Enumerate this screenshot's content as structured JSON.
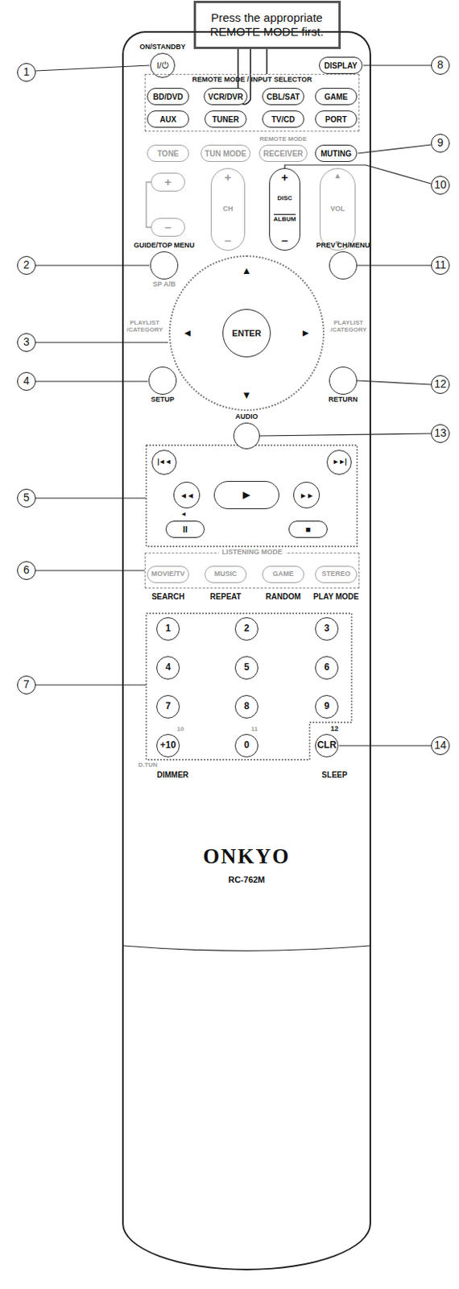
{
  "diagram": {
    "nodes": [
      {
        "text": [
          "Press the appropriate REMOTE MODE first."
        ]
      },
      {
        "text": [
          "ONKYO",
          "RC-762M"
        ]
      },
      {
        "text": [
          "ON/STANDBY",
          "I/⏻"
        ],
        "in": 1
      },
      {
        "text": [
          "DISPLAY"
        ],
        "in": 1
      },
      {
        "text": [
          "REMOTE MODE / INPUT SELECTOR"
        ],
        "in": 1
      },
      {
        "text": [
          "BD/DVD"
        ],
        "in": 4
      },
      {
        "text": [
          "VCR/DVR"
        ],
        "in": 4
      },
      {
        "text": [
          "CBL/SAT"
        ],
        "in": 4
      },
      {
        "text": [
          "GAME"
        ],
        "in": 4
      },
      {
        "text": [
          "AUX"
        ],
        "in": 4
      },
      {
        "text": [
          "TUNER"
        ],
        "in": 4
      },
      {
        "text": [
          "TV/CD"
        ],
        "in": 4
      },
      {
        "text": [
          "PORT"
        ],
        "in": 4
      },
      {
        "text": [
          "TONE"
        ],
        "in": 1
      },
      {
        "text": [
          "TUN MODE"
        ],
        "in": 1
      },
      {
        "text": [
          "REMOTE MODE",
          "RECEIVER"
        ],
        "in": 1
      },
      {
        "text": [
          "MUTING"
        ],
        "in": 1
      },
      {
        "text": [
          "+"
        ],
        "in": 1
      },
      {
        "text": [
          "–"
        ],
        "in": 1
      },
      {
        "text": [
          "+",
          "CH",
          "–"
        ],
        "in": 1
      },
      {
        "text": [
          "+",
          "DISC",
          "ALBUM",
          "–"
        ],
        "in": 1
      },
      {
        "text": [
          "▲",
          "VOL",
          "▼"
        ],
        "in": 1
      },
      {
        "text": [
          "GUIDE/TOP MENU",
          "SP A/B"
        ],
        "in": 1
      },
      {
        "text": [
          "PREV CH/MENU"
        ],
        "in": 1
      },
      {
        "text": [
          "▲",
          "◄",
          "►",
          "▼"
        ],
        "in": 1
      },
      {
        "text": [
          "ENTER"
        ],
        "in": 24
      },
      {
        "text": [
          "SETUP"
        ],
        "in": 1
      },
      {
        "text": [
          "RETURN"
        ],
        "in": 1
      },
      {
        "text": [
          "AUDIO"
        ],
        "in": 1
      },
      {
        "text": [
          "|◄◄"
        ],
        "in": 1
      },
      {
        "text": [
          "►►|"
        ],
        "in": 1
      },
      {
        "text": [
          "◄◄"
        ],
        "in": 1
      },
      {
        "text": [
          "►"
        ],
        "in": 1
      },
      {
        "text": [
          "►►"
        ],
        "in": 1
      },
      {
        "text": [
          "II"
        ],
        "in": 1
      },
      {
        "text": [
          "■"
        ],
        "in": 1
      },
      {
        "text": [
          "LISTENING MODE"
        ],
        "in": 1
      },
      {
        "text": [
          "MOVIE/TV"
        ],
        "in": 36
      },
      {
        "text": [
          "MUSIC"
        ],
        "in": 36
      },
      {
        "text": [
          "GAME"
        ],
        "in": 36
      },
      {
        "text": [
          "STEREO"
        ],
        "in": 36
      },
      {
        "text": [
          "1"
        ],
        "in": 1
      },
      {
        "text": [
          "2"
        ],
        "in": 1
      },
      {
        "text": [
          "3"
        ],
        "in": 1
      },
      {
        "text": [
          "4"
        ],
        "in": 1
      },
      {
        "text": [
          "5"
        ],
        "in": 1
      },
      {
        "text": [
          "6"
        ],
        "in": 1
      },
      {
        "text": [
          "7"
        ],
        "in": 1
      },
      {
        "text": [
          "8"
        ],
        "in": 1
      },
      {
        "text": [
          "9"
        ],
        "in": 1
      },
      {
        "text": [
          "+10"
        ],
        "in": 1
      },
      {
        "text": [
          "0"
        ],
        "in": 1
      },
      {
        "text": [
          "CLR"
        ],
        "in": 1
      }
    ],
    "edges": [
      {
        "from": 0,
        "to": 4,
        "arrow": "none"
      }
    ],
    "labels": [
      "1",
      "2",
      "3",
      "4",
      "5",
      "6",
      "7",
      "8",
      "9",
      "10",
      "11",
      "12",
      "13",
      "14",
      "PLAYLIST /CATEGORY",
      "PLAYLIST /CATEGORY",
      "SEARCH",
      "REPEAT",
      "RANDOM",
      "PLAY MODE",
      "10",
      "11",
      "12",
      "D.TUN",
      "DIMMER",
      "SLEEP",
      "◄"
    ]
  }
}
